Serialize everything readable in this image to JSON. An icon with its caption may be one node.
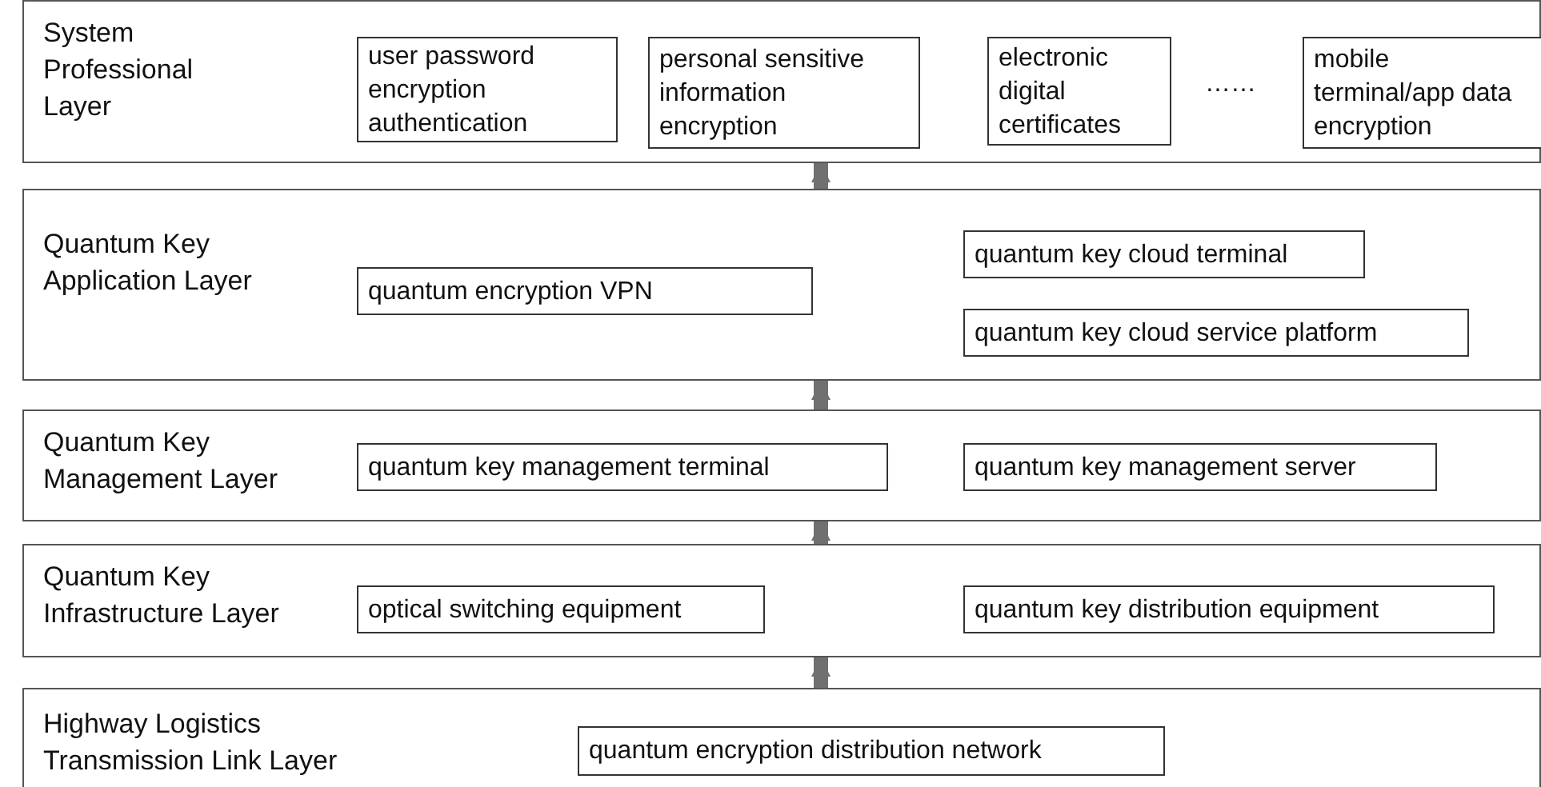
{
  "diagram": {
    "nodes": [
      {
        "text": [
          "System Professional Layer"
        ]
      },
      {
        "text": [
          "user password encryption authentication"
        ],
        "in": 0
      },
      {
        "text": [
          "personal sensitive information encryption"
        ],
        "in": 0
      },
      {
        "text": [
          "electronic digital certificates"
        ],
        "in": 0
      },
      {
        "text": [
          "mobile terminal/app data encryption"
        ],
        "in": 0
      },
      {
        "text": [
          "Quantum Key Application Layer"
        ]
      },
      {
        "text": [
          "quantum encryption VPN"
        ],
        "in": 5
      },
      {
        "text": [
          "quantum key cloud terminal"
        ],
        "in": 5
      },
      {
        "text": [
          "quantum key cloud service platform"
        ],
        "in": 5
      },
      {
        "text": [
          "Quantum Key Management Layer"
        ]
      },
      {
        "text": [
          "quantum key management terminal"
        ],
        "in": 9
      },
      {
        "text": [
          "quantum key management server"
        ],
        "in": 9
      },
      {
        "text": [
          "Quantum Key Infrastructure Layer"
        ]
      },
      {
        "text": [
          "optical switching equipment"
        ],
        "in": 12
      },
      {
        "text": [
          "quantum key distribution equipment"
        ],
        "in": 12
      },
      {
        "text": [
          "Highway Logistics Transmission Link Layer"
        ]
      },
      {
        "text": [
          "quantum encryption distribution network"
        ],
        "in": 15
      }
    ],
    "edges": [
      {
        "from": 15,
        "to": 12,
        "arrow": "to"
      },
      {
        "from": 12,
        "to": 9,
        "arrow": "to"
      },
      {
        "from": 9,
        "to": 5,
        "arrow": "to"
      },
      {
        "from": 5,
        "to": 0,
        "arrow": "to"
      }
    ],
    "labels": [
      "……"
    ]
  }
}
